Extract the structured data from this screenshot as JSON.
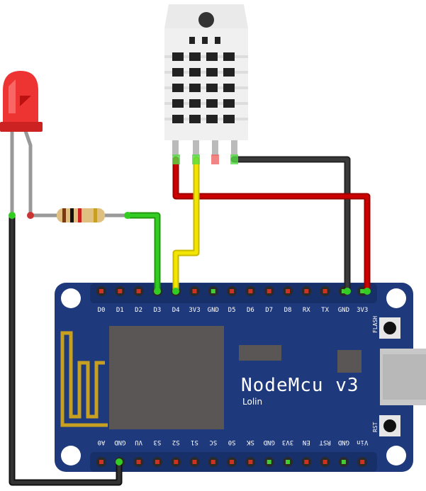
{
  "board": {
    "name": "NodeMcu v3",
    "vendor": "Lolin",
    "top_pins": [
      "D0",
      "D1",
      "D2",
      "D3",
      "D4",
      "3V3",
      "GND",
      "D5",
      "D6",
      "D7",
      "D8",
      "RX",
      "TX",
      "GND",
      "3V3"
    ],
    "bottom_pins": [
      "A0",
      "GND",
      "VU",
      "S3",
      "S2",
      "S1",
      "SC",
      "S0",
      "SK",
      "GND",
      "3V3",
      "EN",
      "RST",
      "GND",
      "Vin"
    ],
    "flash_label": "FLASH",
    "rst_label": "RST"
  },
  "colors": {
    "board": "#1f3a7c",
    "board_edge": "#17306a",
    "chip": "#5a5656",
    "wire_red": "#cc0000",
    "wire_black": "#222222",
    "wire_yellow": "#f2e600",
    "wire_green": "#33cc22",
    "led": "#ee3333"
  }
}
